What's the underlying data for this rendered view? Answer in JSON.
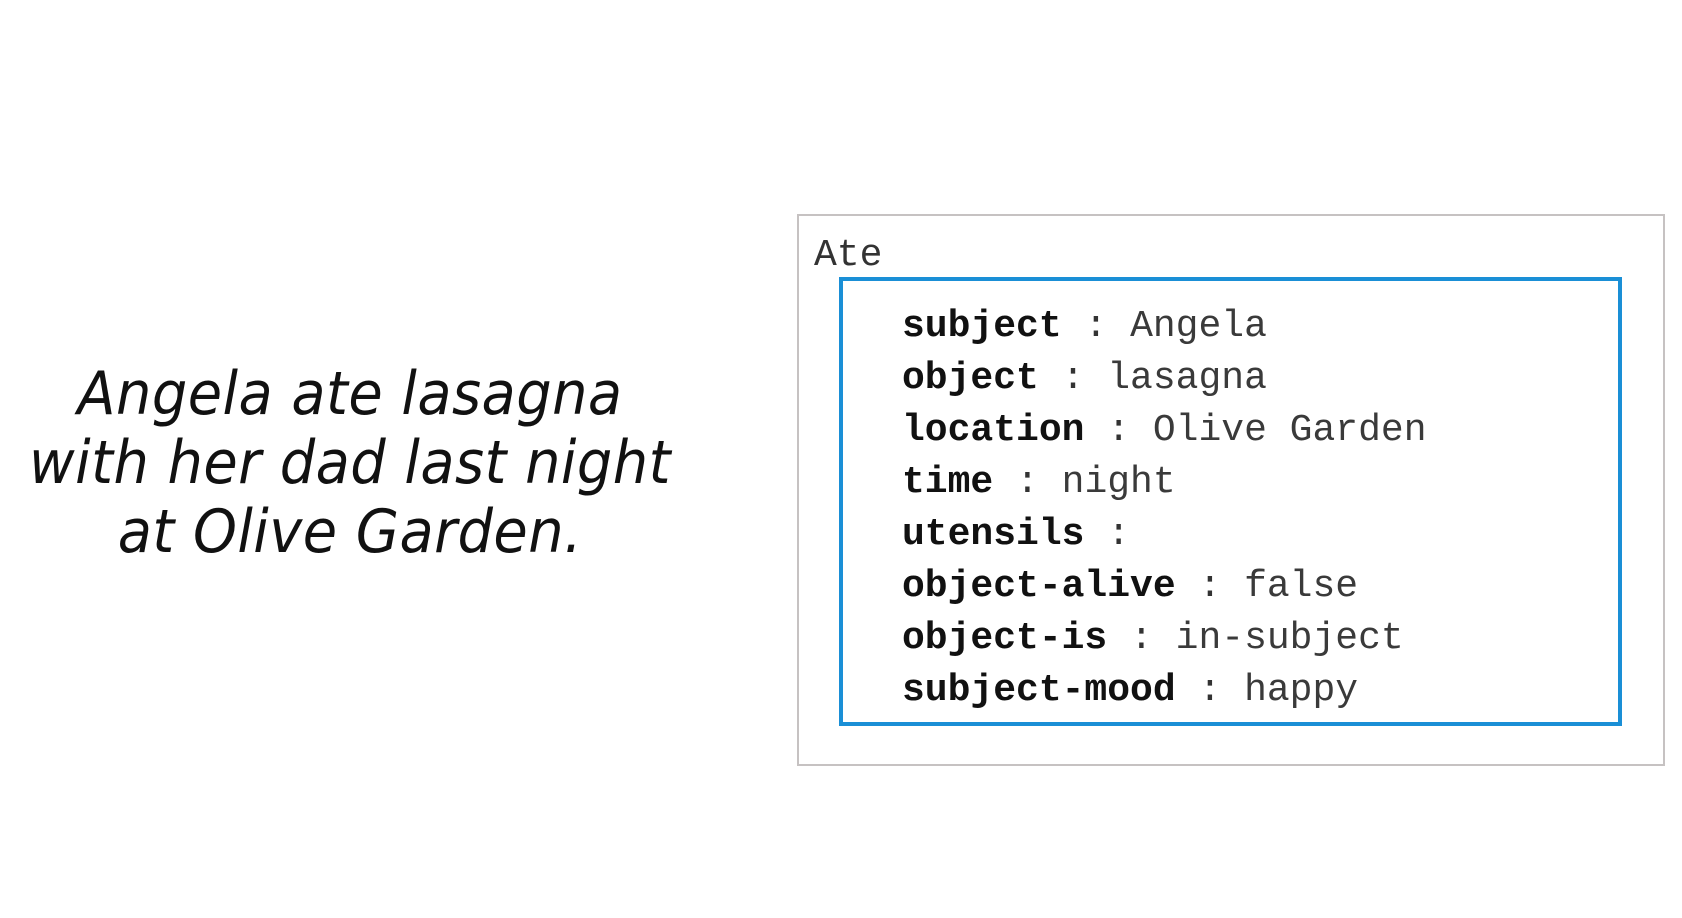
{
  "sentence": {
    "lines": [
      "Angela ate lasagna",
      "with her dad last night",
      "at Olive Garden."
    ]
  },
  "frame": {
    "title": "Ate",
    "slots": [
      {
        "key": "subject",
        "sep": " : ",
        "value": "Angela"
      },
      {
        "key": "object",
        "sep": " : ",
        "value": "lasagna"
      },
      {
        "key": "location",
        "sep": " : ",
        "value": "Olive Garden"
      },
      {
        "key": "time",
        "sep": " : ",
        "value": "night"
      },
      {
        "key": "utensils",
        "sep": " :",
        "value": ""
      },
      {
        "key": "object-alive",
        "sep": " : ",
        "value": "false"
      },
      {
        "key": "object-is",
        "sep": " : ",
        "value": "in-subject"
      },
      {
        "key": "subject-mood",
        "sep": " : ",
        "value": "happy"
      }
    ]
  },
  "colors": {
    "inner_border": "#1a8fd6",
    "outer_border": "#c6c2c2"
  }
}
